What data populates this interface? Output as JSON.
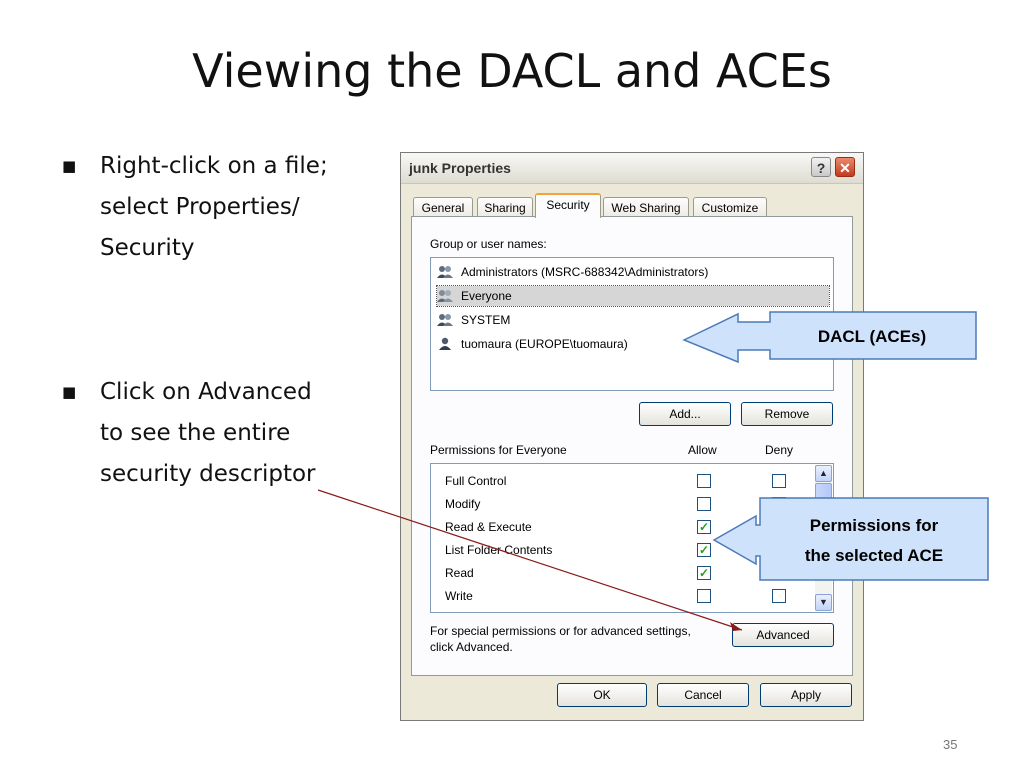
{
  "slide": {
    "title": "Viewing the DACL and ACEs",
    "bullets": [
      {
        "lines": [
          "Right-click on a file;",
          "select Properties/",
          "Security"
        ]
      },
      {
        "lines": [
          "Click on Advanced",
          "to see the entire",
          "security descriptor"
        ]
      }
    ],
    "page_number": "35"
  },
  "dialog": {
    "title": "junk Properties",
    "help_glyph": "?",
    "close_glyph": "✕",
    "tabs": [
      "General",
      "Sharing",
      "Security",
      "Web Sharing",
      "Customize"
    ],
    "active_tab": "Security",
    "group_label": "Group or user names:",
    "users": [
      {
        "name": "Administrators (MSRC-688342\\Administrators)",
        "icon": "group-icon"
      },
      {
        "name": "Everyone",
        "icon": "group-icon",
        "selected": true
      },
      {
        "name": "SYSTEM",
        "icon": "group-icon"
      },
      {
        "name": "tuomaura (EUROPE\\tuomaura)",
        "icon": "user-icon"
      }
    ],
    "add_button": "Add...",
    "remove_button": "Remove",
    "permissions_label": "Permissions for Everyone",
    "allow_header": "Allow",
    "deny_header": "Deny",
    "permissions": [
      {
        "name": "Full Control",
        "allow": false,
        "deny": false
      },
      {
        "name": "Modify",
        "allow": false,
        "deny": false
      },
      {
        "name": "Read & Execute",
        "allow": true,
        "deny": false
      },
      {
        "name": "List Folder Contents",
        "allow": true,
        "deny": false
      },
      {
        "name": "Read",
        "allow": true,
        "deny": false
      },
      {
        "name": "Write",
        "allow": false,
        "deny": false
      }
    ],
    "advanced_text_1": "For special permissions or for advanced settings,",
    "advanced_text_2": "click Advanced.",
    "advanced_button": "Advanced",
    "ok_button": "OK",
    "cancel_button": "Cancel",
    "apply_button": "Apply"
  },
  "callouts": {
    "dacl": "DACL (ACEs)",
    "permissions_line1": "Permissions for",
    "permissions_line2": "the selected ACE"
  },
  "colors": {
    "callout_fill": "#cfe2fb",
    "callout_border": "#4a7ab8",
    "arrow_line": "#8b1a1a",
    "selection": "#d6d6d6"
  }
}
